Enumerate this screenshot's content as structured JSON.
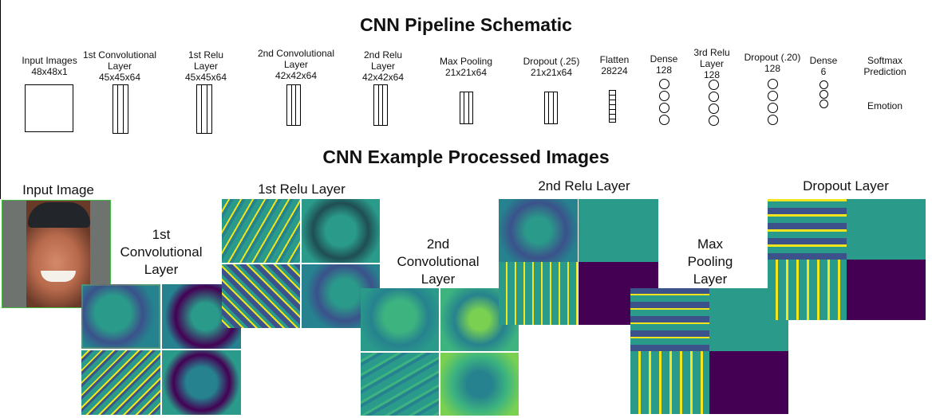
{
  "schematic": {
    "title": "CNN Pipeline Schematic",
    "stages": [
      {
        "name": "Input Images",
        "shape": "48x48x1"
      },
      {
        "name": "1st Convolutional\nLayer",
        "shape": "45x45x64"
      },
      {
        "name": "1st Relu\nLayer",
        "shape": "45x45x64"
      },
      {
        "name": "2nd Convolutional\nLayer",
        "shape": "42x42x64"
      },
      {
        "name": "2nd Relu\nLayer",
        "shape": "42x42x64"
      },
      {
        "name": "Max Pooling",
        "shape": "21x21x64"
      },
      {
        "name": "Dropout (.25)",
        "shape": "21x21x64"
      },
      {
        "name": "Flatten",
        "shape": "28224"
      },
      {
        "name": "Dense",
        "shape": "128"
      },
      {
        "name": "3rd Relu\nLayer",
        "shape": "128"
      },
      {
        "name": "Dropout (.20)",
        "shape": "128"
      },
      {
        "name": "Dense",
        "shape": "6"
      },
      {
        "name": "Softmax\nPrediction",
        "shape": ""
      }
    ],
    "output_label": "Emotion"
  },
  "examples": {
    "title": "CNN Example Processed Images",
    "labels": {
      "input": "Input Image",
      "conv1": "1st\nConvolutional\nLayer",
      "relu1": "1st Relu Layer",
      "conv2": "2nd\nConvolutional\nLayer",
      "relu2": "2nd Relu Layer",
      "maxpool": "Max\nPooling\nLayer",
      "dropout": "Dropout Layer"
    }
  },
  "colors": {
    "teal": "#2a9a8a",
    "yellow": "#f2e51d",
    "dark_purple": "#440154",
    "navy": "#3b528b",
    "input_border": "#44bb44"
  }
}
